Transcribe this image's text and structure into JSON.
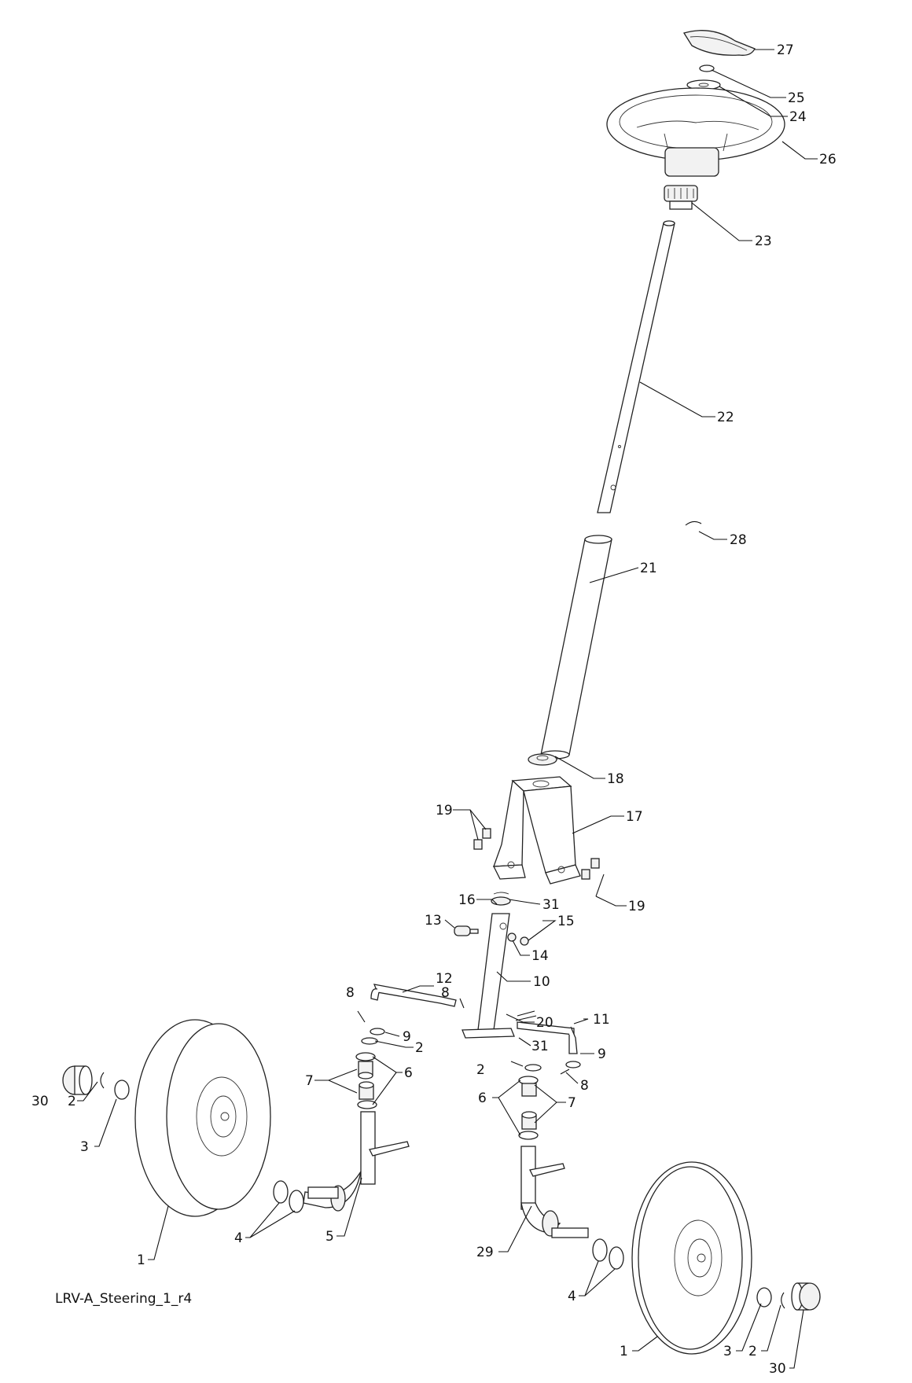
{
  "caption": "LRV-A_Steering_1_r4",
  "callouts": [
    "1",
    "2",
    "3",
    "4",
    "5",
    "6",
    "7",
    "8",
    "9",
    "10",
    "11",
    "12",
    "13",
    "14",
    "15",
    "16",
    "17",
    "18",
    "19",
    "20",
    "21",
    "22",
    "23",
    "24",
    "25",
    "26",
    "27",
    "28",
    "29",
    "30",
    "31"
  ]
}
